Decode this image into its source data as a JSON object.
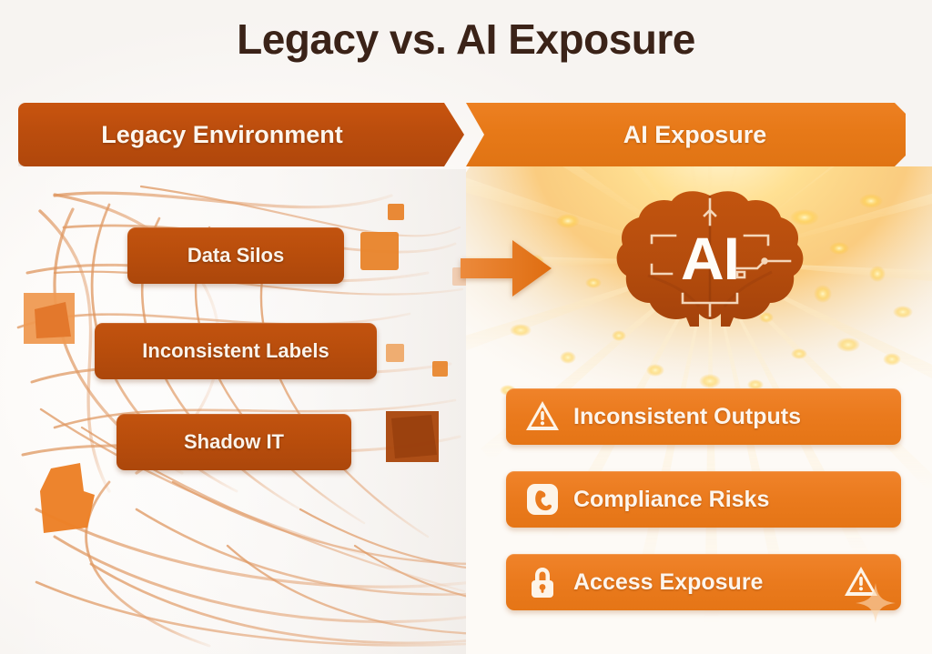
{
  "title": "Legacy vs. AI Exposure",
  "banners": {
    "left": {
      "label": "Legacy Environment",
      "color": "#bb4d0d"
    },
    "right": {
      "label": "AI Exposure",
      "color": "#e77918"
    }
  },
  "legacy_panel": {
    "name": "Legacy Environment",
    "items": [
      {
        "label": "Data Silos"
      },
      {
        "label": "Inconsistent Labels"
      },
      {
        "label": "Shadow IT"
      }
    ]
  },
  "transition": {
    "arrow_icon": "right-arrow-icon",
    "arrow_color": "#e2711c"
  },
  "ai_panel": {
    "name": "AI Exposure",
    "brain": {
      "label": "AI",
      "icon": "ai-brain-icon",
      "color": "#b5500f"
    },
    "items": [
      {
        "label": "Inconsistent Outputs",
        "icon": "warning-triangle-icon"
      },
      {
        "label": "Compliance Risks",
        "icon": "shield-phone-icon"
      },
      {
        "label": "Access Exposure",
        "icon": "padlock-icon"
      }
    ],
    "trailing_icon": "warning-triangle-icon",
    "sparkle_icon": "sparkle-icon"
  },
  "colors": {
    "title_text": "#3b2318",
    "legacy_bar": "#b84d0c",
    "ai_bar": "#ea7a1d",
    "glow": "#ffc64d",
    "background": "#ffffff",
    "tangle_line": "#e09a63"
  }
}
